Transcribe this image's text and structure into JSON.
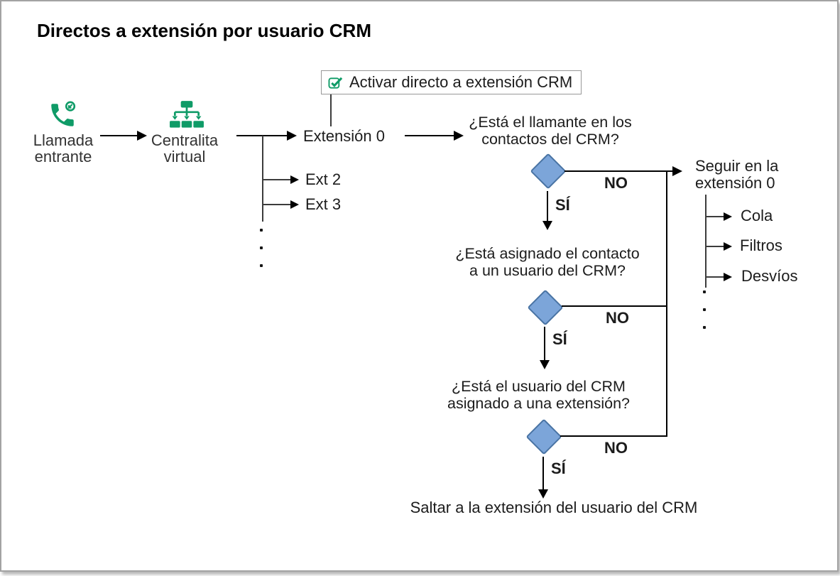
{
  "title": "Directos a extensión por usuario CRM",
  "colors": {
    "accent_green": "#0f9b67",
    "diamond_fill": "#7ca5d9",
    "diamond_border": "#4a74a4",
    "line": "#000000",
    "box_border": "#989898"
  },
  "flow": {
    "start": {
      "label": "Llamada\nentrante",
      "icon": "incoming-call-icon"
    },
    "pbx": {
      "label": "Centralita\nvirtual",
      "icon": "sitemap-icon"
    },
    "toggle": {
      "label": "Activar directo a extensión CRM",
      "icon": "checked-checkbox-icon"
    },
    "extensions": {
      "main": "Extensión 0",
      "others": [
        "Ext 2",
        "Ext 3"
      ]
    },
    "decisions": [
      {
        "question": "¿Está el llamante en los\ncontactos del CRM?",
        "no": "NO",
        "yes": "SÍ"
      },
      {
        "question": "¿Está asignado el contacto\na un usuario del CRM?",
        "no": "NO",
        "yes": "SÍ"
      },
      {
        "question": "¿Está el usuario del CRM\nasignado a una extensión?",
        "no": "NO",
        "yes": "SÍ"
      }
    ],
    "no_result": {
      "label": "Seguir en la\nextensión 0",
      "children": [
        "Cola",
        "Filtros",
        "Desvíos"
      ]
    },
    "yes_result": "Saltar a la extensión del usuario del CRM"
  }
}
